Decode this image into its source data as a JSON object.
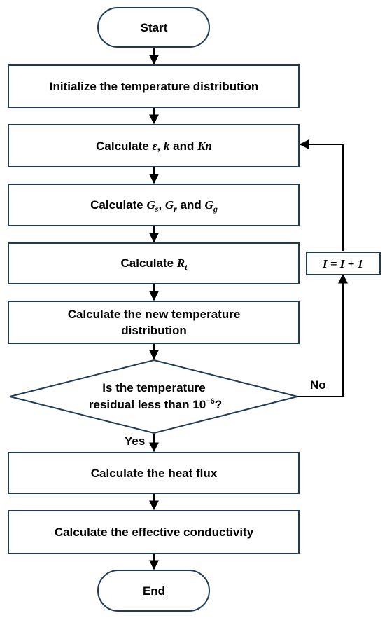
{
  "flowchart": {
    "start_label": "Start",
    "end_label": "End",
    "steps": {
      "init": "Initialize the temperature distribution",
      "calc_eps_prefix": "Calculate",
      "calc_eps_sym1": "ε",
      "calc_eps_sym2": "k",
      "calc_eps_and": "and",
      "calc_eps_sym3": "Kn",
      "calc_g_prefix": "Calculate",
      "calc_g_G": "G",
      "calc_g_s": "s",
      "calc_g_r": "r",
      "calc_g_g": "g",
      "calc_g_and": "and",
      "calc_r_prefix": "Calculate",
      "calc_r_R": "R",
      "calc_r_t": "t",
      "calc_temp_line1": "Calculate the new temperature",
      "calc_temp_line2": "distribution",
      "heat_flux": "Calculate the heat flux",
      "effective": "Calculate the effective conductivity"
    },
    "decision": {
      "line1": "Is the temperature",
      "line2_prefix": "residual less than 10",
      "line2_exp": "−6",
      "line2_suffix": "?",
      "yes_label": "Yes",
      "no_label": "No"
    },
    "iteration": {
      "var": "I",
      "eq": " = ",
      "var2": "I",
      "plus": " + 1"
    }
  },
  "colors": {
    "box_border": "#1f3b57",
    "arrow": "#000000"
  }
}
